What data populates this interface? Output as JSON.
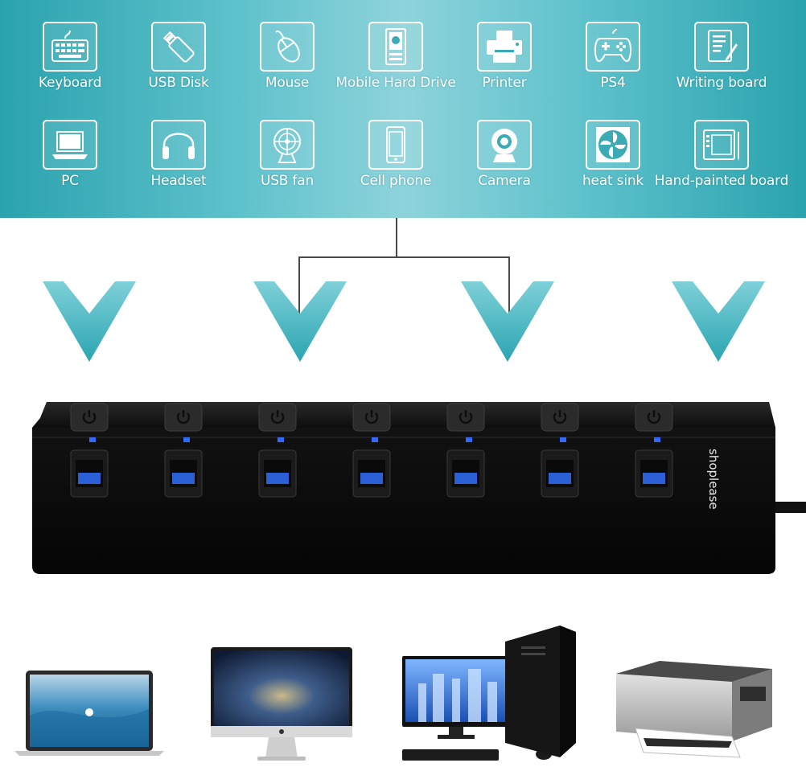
{
  "devices_top": [
    {
      "label": "Keyboard",
      "icon": "keyboard-icon"
    },
    {
      "label": "USB Disk",
      "icon": "usb-disk-icon"
    },
    {
      "label": "Mouse",
      "icon": "mouse-icon"
    },
    {
      "label": "Mobile Hard Drive",
      "icon": "hard-drive-icon"
    },
    {
      "label": "Printer",
      "icon": "printer-icon"
    },
    {
      "label": "PS4",
      "icon": "gamepad-icon"
    },
    {
      "label": "Writing board",
      "icon": "writing-board-icon"
    }
  ],
  "devices_bottom": [
    {
      "label": "PC",
      "icon": "laptop-icon"
    },
    {
      "label": "Headset",
      "icon": "headset-icon"
    },
    {
      "label": "USB fan",
      "icon": "fan-icon"
    },
    {
      "label": "Cell phone",
      "icon": "cell-phone-icon"
    },
    {
      "label": "Camera",
      "icon": "webcam-icon"
    },
    {
      "label": "heat sink",
      "icon": "heat-sink-icon"
    },
    {
      "label": "Hand-painted board",
      "icon": "drawing-tablet-icon"
    }
  ],
  "hub": {
    "brand": "shoplease",
    "port_count": 7,
    "colors": {
      "body": "#0b0b0b",
      "led": "#2f6bff",
      "port": "#2a5fd6"
    }
  },
  "hosts": [
    {
      "name": "laptop"
    },
    {
      "name": "desktop-monitor"
    },
    {
      "name": "desktop-pc-tower"
    },
    {
      "name": "printer"
    }
  ],
  "colors": {
    "banner": "#45b7c2",
    "chevron": "#3fb0bc",
    "connector": "#4a4a4a"
  }
}
